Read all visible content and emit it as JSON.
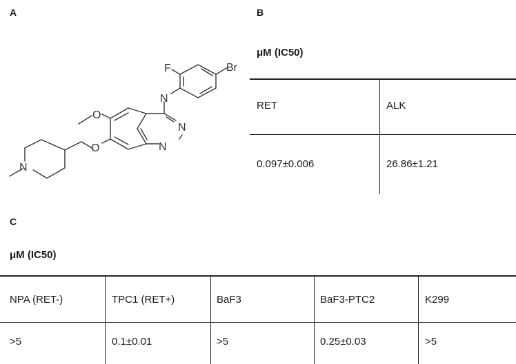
{
  "panels": {
    "a": "A",
    "b": "B",
    "c": "C"
  },
  "structure": {
    "atoms": {
      "f": "F",
      "br": "Br",
      "n1": "N",
      "n2": "N",
      "n3": "N",
      "n4": "N",
      "o1": "O",
      "o2": "O"
    }
  },
  "table_b": {
    "unit": "μM (IC50)",
    "headers": [
      "RET",
      "ALK"
    ],
    "values": [
      "0.097±0.006",
      "26.86±1.21"
    ]
  },
  "table_c": {
    "unit": "μM (IC50)",
    "headers": [
      "NPA (RET-)",
      "TPC1 (RET+)",
      "BaF3",
      "BaF3-PTC2",
      "K299"
    ],
    "values": [
      ">5",
      "0.1±0.01",
      ">5",
      "0.25±0.03",
      ">5"
    ]
  }
}
